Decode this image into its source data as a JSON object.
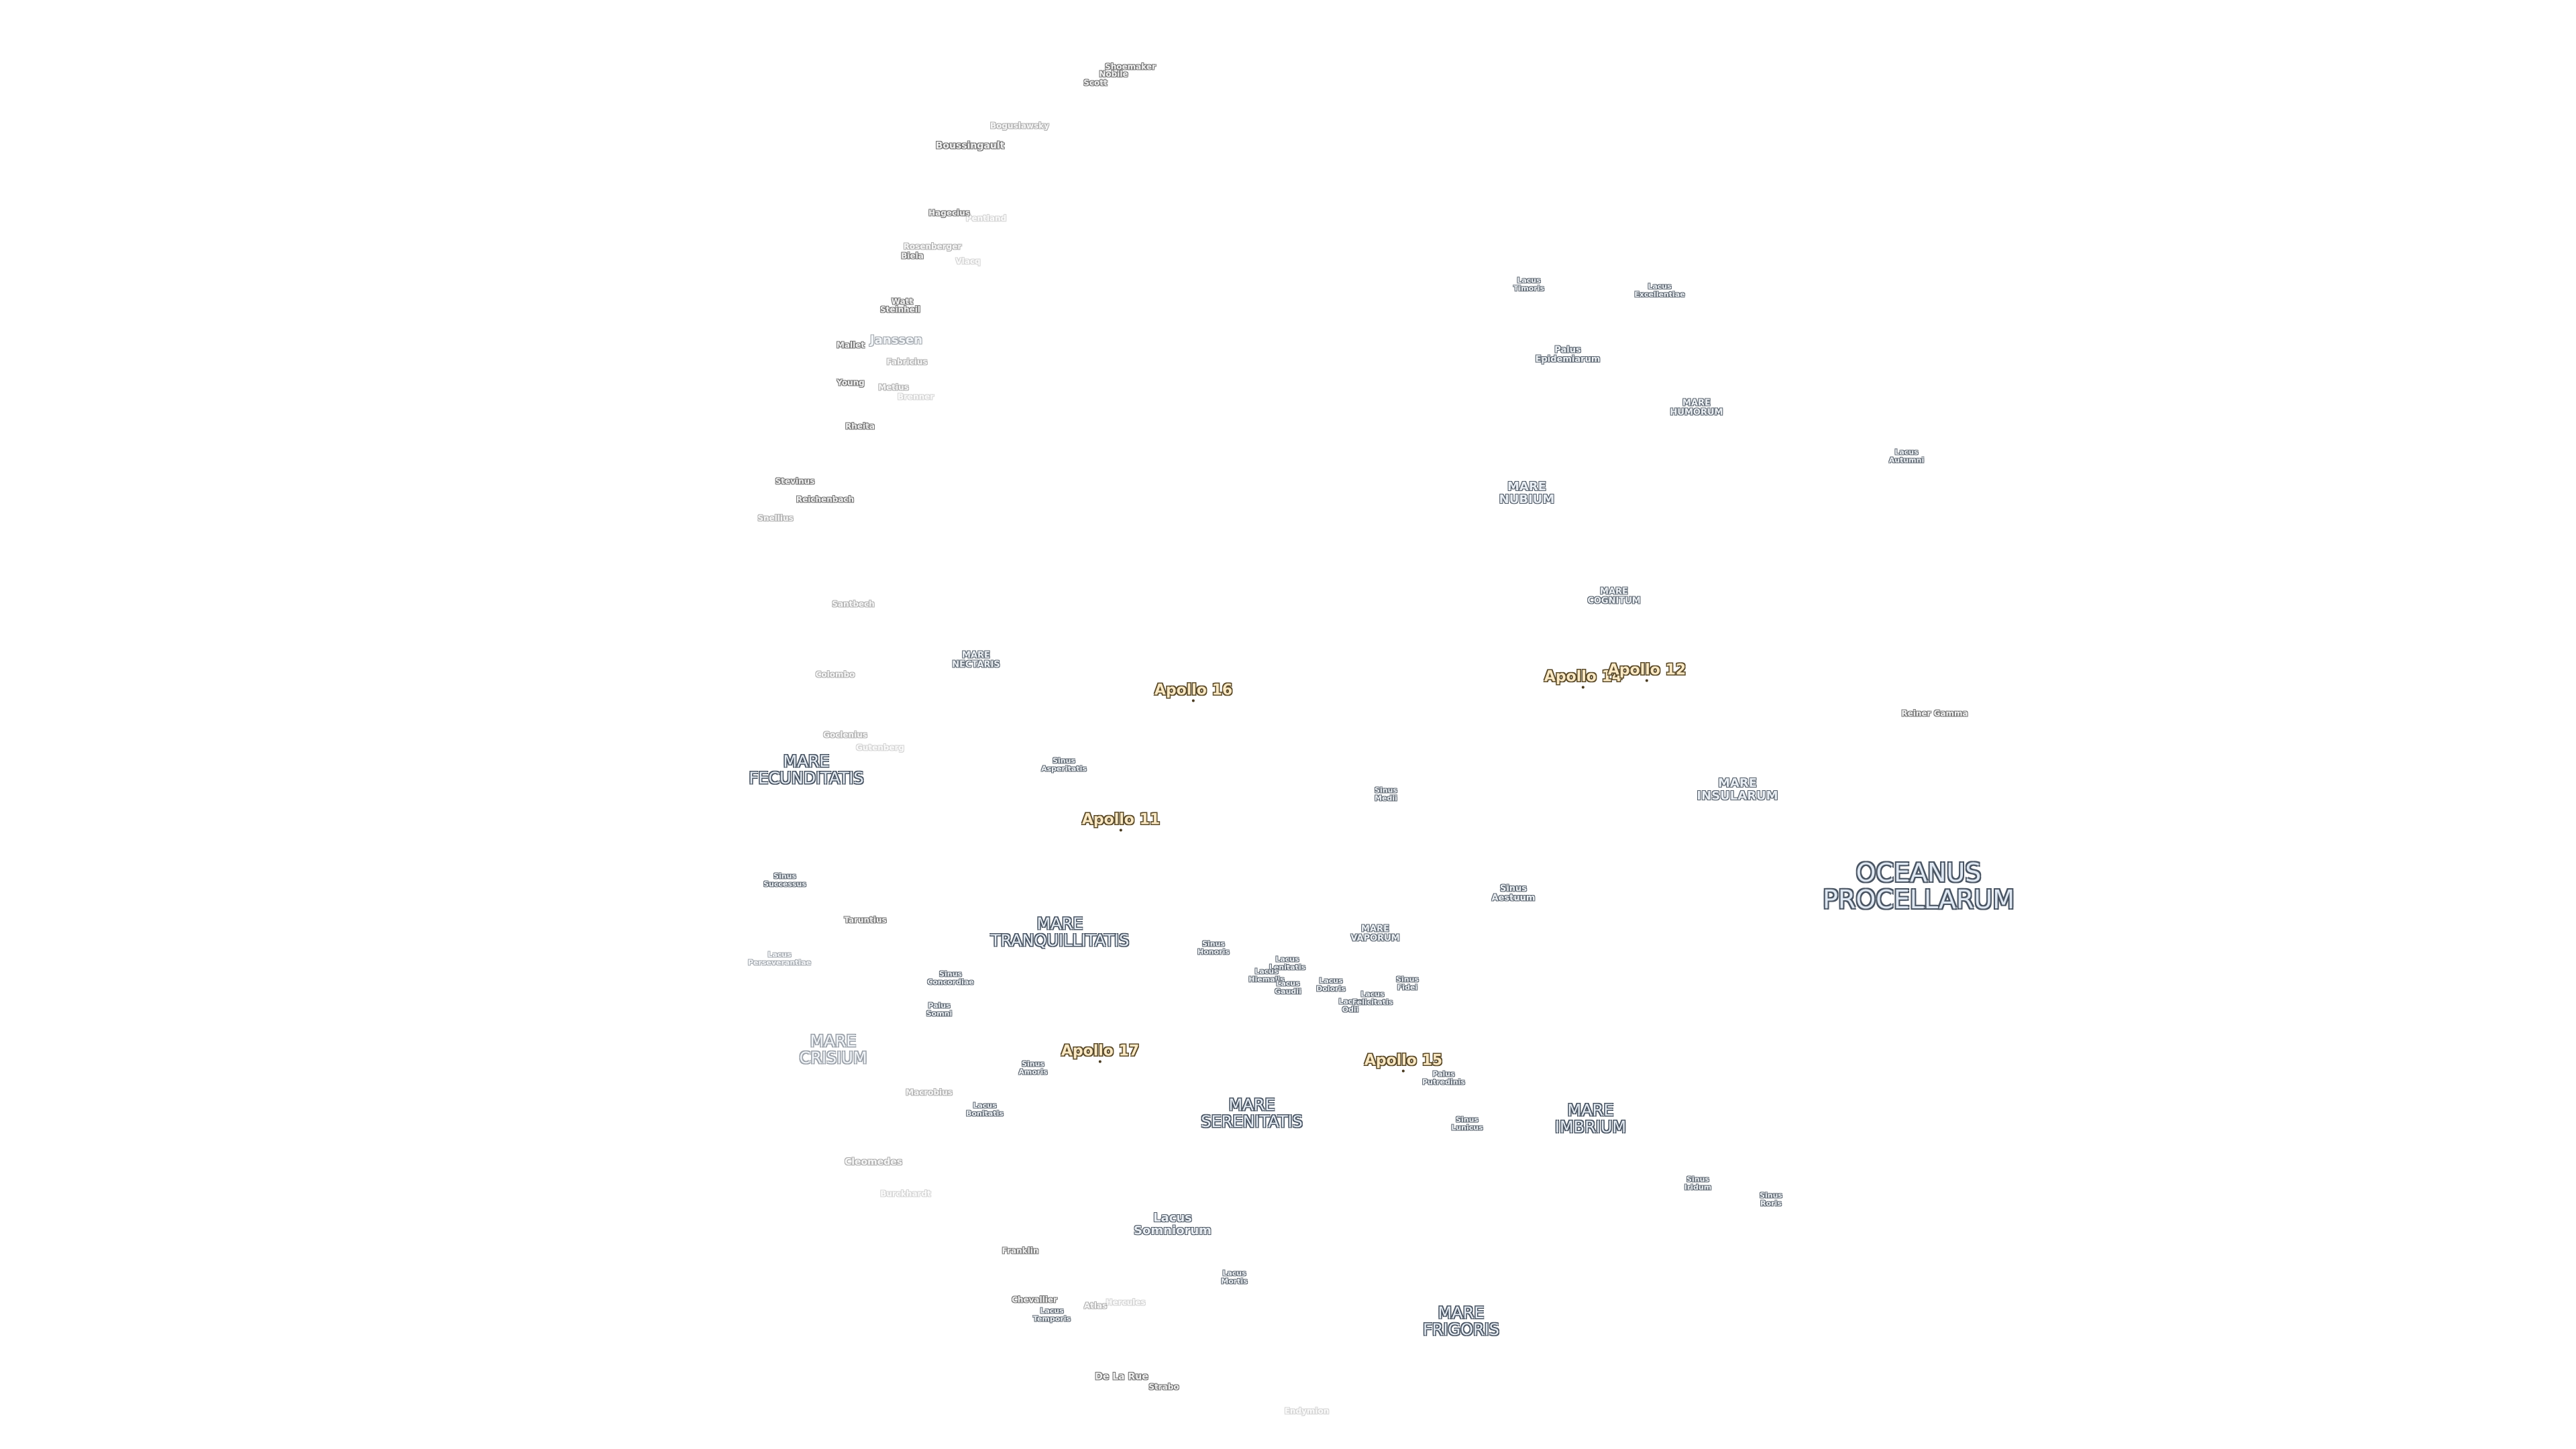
{
  "features": [
    {
      "id": "shoemaker",
      "lines": [
        "Shoemaker"
      ],
      "cls": "crater-s"
    },
    {
      "id": "nobile",
      "lines": [
        "Nobile"
      ],
      "cls": "crater-s"
    },
    {
      "id": "scott",
      "lines": [
        "Scott"
      ],
      "cls": "crater-s"
    },
    {
      "id": "boguslawsky",
      "lines": [
        "Boguslawsky"
      ],
      "cls": "crater-s faint"
    },
    {
      "id": "boussingault",
      "lines": [
        "Boussingault"
      ],
      "cls": "crater"
    },
    {
      "id": "hagecius",
      "lines": [
        "Hagecius"
      ],
      "cls": "crater-s"
    },
    {
      "id": "biela-faint",
      "lines": [
        "Pentland"
      ],
      "cls": "crater-s fainter"
    },
    {
      "id": "rosenberger",
      "lines": [
        "Rosenberger"
      ],
      "cls": "crater-s faint"
    },
    {
      "id": "biela",
      "lines": [
        "Biela"
      ],
      "cls": "crater-s"
    },
    {
      "id": "vlacq",
      "lines": [
        "Vlacq"
      ],
      "cls": "crater-s fainter"
    },
    {
      "id": "watt",
      "lines": [
        "Watt"
      ],
      "cls": "crater-s"
    },
    {
      "id": "steinheil",
      "lines": [
        "Steinheil"
      ],
      "cls": "crater-s"
    },
    {
      "id": "janssen",
      "lines": [
        "Janssen"
      ],
      "cls": "md faint"
    },
    {
      "id": "mallet",
      "lines": [
        "Mallet"
      ],
      "cls": "crater-s"
    },
    {
      "id": "fabricius",
      "lines": [
        "Fabricius"
      ],
      "cls": "crater-s faint"
    },
    {
      "id": "young",
      "lines": [
        "Young"
      ],
      "cls": "crater-s"
    },
    {
      "id": "metius",
      "lines": [
        "Metius"
      ],
      "cls": "crater-s faint"
    },
    {
      "id": "brenner",
      "lines": [
        "Brenner"
      ],
      "cls": "crater-s fainter"
    },
    {
      "id": "rheita",
      "lines": [
        "Rheita"
      ],
      "cls": "crater-s"
    },
    {
      "id": "stevinus",
      "lines": [
        "Stevinus"
      ],
      "cls": "crater-s"
    },
    {
      "id": "reichenbach",
      "lines": [
        "Reichenbach"
      ],
      "cls": "crater-s"
    },
    {
      "id": "snellius",
      "lines": [
        "Snellius"
      ],
      "cls": "crater-s faint"
    },
    {
      "id": "santbech",
      "lines": [
        "Santbech"
      ],
      "cls": "crater-s faint"
    },
    {
      "id": "mare-nectaris",
      "lines": [
        "MARE",
        "NECTARIS"
      ],
      "cls": "sm"
    },
    {
      "id": "colombo",
      "lines": [
        "Colombo"
      ],
      "cls": "crater-s faint"
    },
    {
      "id": "goclenius",
      "lines": [
        "Goclenius"
      ],
      "cls": "crater-s faint"
    },
    {
      "id": "gutenberg",
      "lines": [
        "Gutenberg"
      ],
      "cls": "crater-s fainter"
    },
    {
      "id": "mare-fecunditatis",
      "lines": [
        "MARE",
        "FECUNDITATIS"
      ],
      "cls": "lg"
    },
    {
      "id": "sinus-asperitatis",
      "lines": [
        "Sinus",
        "Asperitatis"
      ],
      "cls": "xs"
    },
    {
      "id": "apollo-16",
      "lines": [
        "Apollo 16"
      ],
      "cls": "apollo"
    },
    {
      "id": "apollo-11",
      "lines": [
        "Apollo 11"
      ],
      "cls": "apollo"
    },
    {
      "id": "sinus-successus",
      "lines": [
        "Sinus",
        "Successus"
      ],
      "cls": "xs"
    },
    {
      "id": "taruntius",
      "lines": [
        "Taruntius"
      ],
      "cls": "crater-s"
    },
    {
      "id": "lacus-perseverantiae",
      "lines": [
        "Lacus",
        "Perseverantiae"
      ],
      "cls": "xs faint"
    },
    {
      "id": "mare-tranquillitatis",
      "lines": [
        "MARE",
        "TRANQUILLITATIS"
      ],
      "cls": "lg"
    },
    {
      "id": "sinus-concordiae",
      "lines": [
        "Sinus",
        "Concordiae"
      ],
      "cls": "xs"
    },
    {
      "id": "palus-somni",
      "lines": [
        "Palus",
        "Somni"
      ],
      "cls": "xs"
    },
    {
      "id": "mare-crisium",
      "lines": [
        "MARE",
        "CRISIUM"
      ],
      "cls": "lg faint"
    },
    {
      "id": "sinus-amoris",
      "lines": [
        "Sinus",
        "Amoris"
      ],
      "cls": "xs"
    },
    {
      "id": "apollo-17",
      "lines": [
        "Apollo 17"
      ],
      "cls": "apollo"
    },
    {
      "id": "macrobius",
      "lines": [
        "Macrobius"
      ],
      "cls": "crater-s faint"
    },
    {
      "id": "lacus-bonitatis",
      "lines": [
        "Lacus",
        "Bonitatis"
      ],
      "cls": "xs"
    },
    {
      "id": "cleomedes",
      "lines": [
        "Cleomedes"
      ],
      "cls": "crater faint"
    },
    {
      "id": "burckhardt",
      "lines": [
        "Burckhardt"
      ],
      "cls": "crater-s fainter"
    },
    {
      "id": "sinus-honoris",
      "lines": [
        "Sinus",
        "Honoris"
      ],
      "cls": "xs"
    },
    {
      "id": "lacus-lenitatis",
      "lines": [
        "Lacus",
        "Lenitatis"
      ],
      "cls": "xs"
    },
    {
      "id": "lacus-hiemalis",
      "lines": [
        "Lacus",
        "Hiemalis"
      ],
      "cls": "xs"
    },
    {
      "id": "lacus-gaudii",
      "lines": [
        "Lacus",
        "Gaudii"
      ],
      "cls": "xs"
    },
    {
      "id": "lacus-doloris",
      "lines": [
        "Lacus",
        "Doloris"
      ],
      "cls": "xs"
    },
    {
      "id": "lacus-odii",
      "lines": [
        "Lacus",
        "Odii"
      ],
      "cls": "xs"
    },
    {
      "id": "lacus-felicitatis",
      "lines": [
        "Lacus",
        "Felicitatis"
      ],
      "cls": "xs"
    },
    {
      "id": "mare-vaporum",
      "lines": [
        "MARE",
        "VAPORUM"
      ],
      "cls": "sm"
    },
    {
      "id": "sinus-fidei",
      "lines": [
        "Sinus",
        "Fidei"
      ],
      "cls": "xs"
    },
    {
      "id": "mare-serenitatis",
      "lines": [
        "MARE",
        "SERENITATIS"
      ],
      "cls": "lg"
    },
    {
      "id": "apollo-15",
      "lines": [
        "Apollo 15"
      ],
      "cls": "apollo"
    },
    {
      "id": "palus-putredinis",
      "lines": [
        "Palus",
        "Putredinis"
      ],
      "cls": "xs"
    },
    {
      "id": "sinus-lunicus",
      "lines": [
        "Sinus",
        "Lunicus"
      ],
      "cls": "xs"
    },
    {
      "id": "mare-imbrium",
      "lines": [
        "MARE",
        "IMBRIUM"
      ],
      "cls": "lg"
    },
    {
      "id": "sinus-iridum",
      "lines": [
        "Sinus",
        "Iridum"
      ],
      "cls": "xs"
    },
    {
      "id": "sinus-roris",
      "lines": [
        "Sinus",
        "Roris"
      ],
      "cls": "xs"
    },
    {
      "id": "lacus-somniorum",
      "lines": [
        "Lacus",
        "Somniorum"
      ],
      "cls": "md"
    },
    {
      "id": "franklin",
      "lines": [
        "Franklin"
      ],
      "cls": "crater-s"
    },
    {
      "id": "lacus-mortis",
      "lines": [
        "Lacus",
        "Mortis"
      ],
      "cls": "xs"
    },
    {
      "id": "chevallier",
      "lines": [
        "Chevallier"
      ],
      "cls": "crater-s"
    },
    {
      "id": "lacus-temporis",
      "lines": [
        "Lacus",
        "Temporis"
      ],
      "cls": "xs"
    },
    {
      "id": "atlas",
      "lines": [
        "Atlas"
      ],
      "cls": "crater-s faint"
    },
    {
      "id": "hercules",
      "lines": [
        "Hercules"
      ],
      "cls": "crater-s fainter"
    },
    {
      "id": "mare-frigoris",
      "lines": [
        "MARE",
        "FRIGORIS"
      ],
      "cls": "lg"
    },
    {
      "id": "de-la-rue",
      "lines": [
        "De La Rue"
      ],
      "cls": "crater"
    },
    {
      "id": "strabo",
      "lines": [
        "Strabo"
      ],
      "cls": "crater-s"
    },
    {
      "id": "endymion",
      "lines": [
        "Endymion"
      ],
      "cls": "crater-s fainter"
    },
    {
      "id": "lacus-timoris",
      "lines": [
        "Lacus",
        "Timoris"
      ],
      "cls": "xs"
    },
    {
      "id": "lacus-excellentiae",
      "lines": [
        "Lacus",
        "Excellentiae"
      ],
      "cls": "xs"
    },
    {
      "id": "palus-epidemiarum",
      "lines": [
        "Palus",
        "Epidemiarum"
      ],
      "cls": "sm"
    },
    {
      "id": "mare-humorum",
      "lines": [
        "MARE",
        "HUMORUM"
      ],
      "cls": "sm"
    },
    {
      "id": "lacus-autumni",
      "lines": [
        "Lacus",
        "Autumni"
      ],
      "cls": "xs"
    },
    {
      "id": "mare-nubium",
      "lines": [
        "MARE",
        "NUBIUM"
      ],
      "cls": "md"
    },
    {
      "id": "mare-cognitum",
      "lines": [
        "MARE",
        "COGNITUM"
      ],
      "cls": "sm"
    },
    {
      "id": "apollo-14",
      "lines": [
        "Apollo 14"
      ],
      "cls": "apollo"
    },
    {
      "id": "apollo-12",
      "lines": [
        "Apollo 12"
      ],
      "cls": "apollo"
    },
    {
      "id": "reiner-gamma",
      "lines": [
        "Reiner Gamma"
      ],
      "cls": "crater-s"
    },
    {
      "id": "sinus-medii",
      "lines": [
        "Sinus",
        "Medii"
      ],
      "cls": "xs"
    },
    {
      "id": "mare-insularum",
      "lines": [
        "MARE",
        "INSULARUM"
      ],
      "cls": "md"
    },
    {
      "id": "sinus-aestuum",
      "lines": [
        "Sinus",
        "Aestuum"
      ],
      "cls": "sm"
    },
    {
      "id": "oceanus-procellarum",
      "lines": [
        "OCEANUS",
        "PROCELLARUM"
      ],
      "cls": "xl"
    }
  ]
}
